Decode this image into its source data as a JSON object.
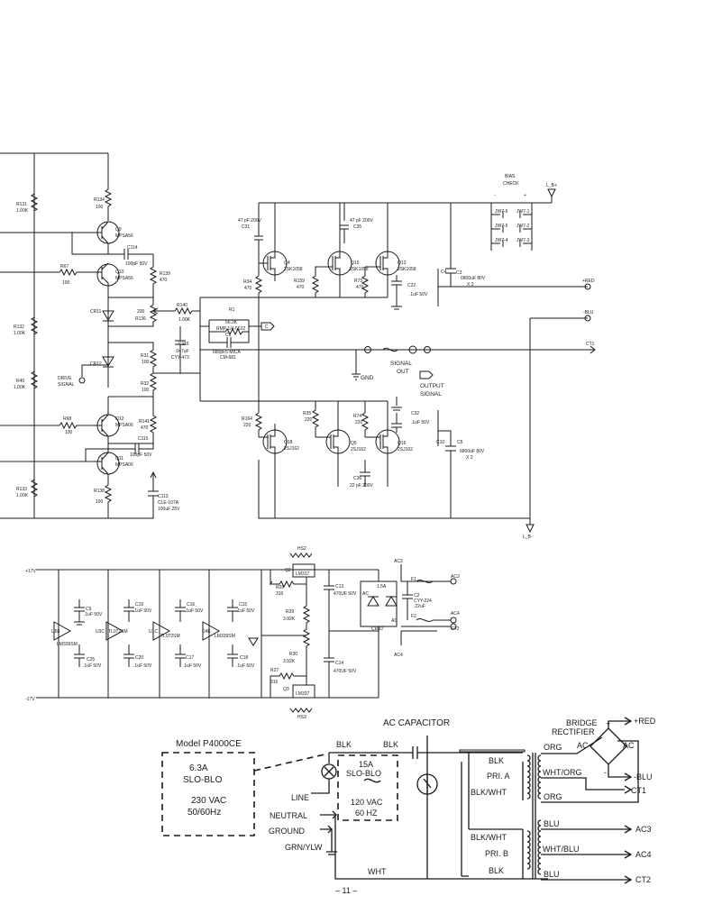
{
  "amp": {
    "q9": {
      "name": "Q9",
      "type": "MPSA56"
    },
    "q10": {
      "name": "Q10",
      "type": "MPSA56"
    },
    "q12": {
      "name": "Q12",
      "type": "MPSA06"
    },
    "q11": {
      "name": "Q11",
      "type": "MPSA06"
    },
    "q4": {
      "name": "Q4",
      "type": "2SK1058"
    },
    "q15": {
      "name": "Q15",
      "type": "2SK1058"
    },
    "q13": {
      "name": "Q13",
      "type": "2SK1058"
    },
    "q18": {
      "name": "Q18",
      "type": "2SJ162"
    },
    "q5": {
      "name": "Q5",
      "type": "2SJ162"
    },
    "q16": {
      "name": "Q16",
      "type": "2SJ162"
    },
    "r131": {
      "name": "R131",
      "value": "1.00K"
    },
    "r132": {
      "name": "R132",
      "value": "1.00K"
    },
    "r40": {
      "name": "R40",
      "value": "1.00K"
    },
    "r133": {
      "name": "R133",
      "value": "1.00K"
    },
    "r134": {
      "name": "R134",
      "value": "100"
    },
    "r67": {
      "name": "R67",
      "value": "100"
    },
    "r139": {
      "name": "R139",
      "value": "470"
    },
    "r136": {
      "name": "R136",
      "value": "200"
    },
    "r140": {
      "name": "R140",
      "value": "1.00K"
    },
    "r31": {
      "name": "R31",
      "value": "100"
    },
    "r32": {
      "name": "R32",
      "value": "100"
    },
    "r68": {
      "name": "R68",
      "value": "100"
    },
    "r141": {
      "name": "R141",
      "value": "470"
    },
    "r138": {
      "name": "R138",
      "value": "100"
    },
    "r1": {
      "name": "R1",
      "value": "56.2K",
      "part": "RMP 1/4-5622"
    },
    "r34": {
      "name": "R34",
      "value": "470"
    },
    "r159": {
      "name": "R159",
      "value": "470"
    },
    "r73": {
      "name": "R73",
      "value": "470"
    },
    "r164": {
      "name": "R164",
      "value": "220"
    },
    "r35": {
      "name": "R35",
      "value": "220"
    },
    "r74": {
      "name": "R74",
      "value": "220"
    },
    "c31": {
      "name": "C31",
      "value": "47 pF 200V"
    },
    "c35": {
      "name": "C35",
      "value": "47 pF 200V"
    },
    "c114": {
      "name": "C114",
      "value": "100pF 50V"
    },
    "c115": {
      "name": "C115",
      "value": "100pF 50V"
    },
    "c116": {
      "name": "C116",
      "value": ".047uF",
      "part": "CYY-473"
    },
    "c1": {
      "name": "C1",
      "value": "680pF5 MICA",
      "part": "CM-681"
    },
    "c22": {
      "name": "C22",
      "value": ".1uF 50V"
    },
    "c32": {
      "name": "C32",
      "value": ".1uF 50V"
    },
    "c36": {
      "name": "C36",
      "value": "22 pF 200V"
    },
    "c4": {
      "name": "C4"
    },
    "c3": {
      "name": "C3",
      "value": "6800uF 80V",
      "qty": "X 2"
    },
    "c10": {
      "name": "C10"
    },
    "c5": {
      "name": "C5",
      "value": "6800uF 80V",
      "qty": "X 2"
    },
    "c113": {
      "name": "C113",
      "value": "100uF 25V",
      "part": "CLE-107A"
    },
    "cr11": "CR11",
    "cr12": "CR12",
    "drive_signal": [
      "DRIVE",
      "SIGNAL"
    ],
    "bias_check": [
      "BIAS",
      "CHECK"
    ],
    "jumpers": [
      "JW7-6",
      "JW7-5",
      "JW7-4",
      "JW7-1",
      "JW7-2",
      "JW7-3"
    ],
    "plus_minus": [
      "-",
      "+"
    ],
    "l_b_plus": "L_B+",
    "l_b_minus": "L_B-",
    "plus_red": "+RED",
    "minus_blu": "-BLU",
    "ct1": "CT1",
    "signal_out": [
      "SIGNAL",
      "OUT"
    ],
    "output_signal": [
      "OUTPUT",
      "SIGNAL"
    ],
    "gnd": "GND"
  },
  "psu": {
    "rail_pos": "+17V",
    "rail_neg": "-17V",
    "u5e": "U5E",
    "u5e_part": "LM339SM",
    "u3c": "U3C",
    "u3c_part": "TL072SM",
    "u1c": "U1C",
    "u1c_part": "TL072SM",
    "u4e": "U4E",
    "u4e_part": "LM339SM",
    "c9": "C9",
    "c25": "C25",
    "c19": "C19",
    "c20": "C20",
    "c16": "C16",
    "c17": "C17",
    "c15": "C15",
    "c18": "C18",
    "cap_val": ".1uF 50V",
    "hs2": "HS2",
    "hs3": "HS3",
    "q2": "Q2",
    "q2_part": "LM317",
    "q3": "Q3",
    "q3_part": "LM337",
    "r28": "R28",
    "r28_val": "316",
    "r29": "R29",
    "r29_val": "3.92K",
    "r30": "R30",
    "r30_val": "3.92K",
    "r27": "R27",
    "r27_val": "316",
    "c13": "C13",
    "c13_val": "470UF 50V",
    "c14": "C14",
    "c14_val": "470UF 50V",
    "cr10": "CR10",
    "bridge_rating": "1.5A",
    "ac": "AC",
    "ac3": "AC3",
    "ac4": "AC4",
    "ct2": "CT2",
    "f1": "F1",
    "f2": "F2",
    "c2": "C2",
    "c2_part": "CYY-224",
    "c2_val": ".22uF"
  },
  "mains": {
    "model": "Model P4000CE",
    "fuse_ce": [
      "6.3A",
      "SLO-BLO"
    ],
    "voltage_ce": [
      "230 VAC",
      "50/60Hz"
    ],
    "fuse": [
      "15A",
      "SLO-BLO"
    ],
    "voltage": [
      "120 VAC",
      "60 HZ"
    ],
    "ac_capacitor": "AC CAPACITOR",
    "blk": "BLK",
    "wht": "WHT",
    "line": "LINE",
    "neutral": "NEUTRAL",
    "ground": "GROUND",
    "grn_ylw": "GRN/YLW",
    "pri_a": "PRI. A",
    "pri_b": "PRI. B",
    "blk_wht": "BLK/WHT",
    "org": "ORG",
    "wht_org": "WHT/ORG",
    "blu": "BLU",
    "wht_blu": "WHT/BLU",
    "bridge_rectifier": [
      "BRIDGE",
      "RECTIFIER"
    ],
    "plus_red": "+RED",
    "minus_blu": "-BLU",
    "ct1": "CT1",
    "ac3": "AC3",
    "ac4": "AC4",
    "ct2": "CT2",
    "ac": "AC",
    "plus": "+",
    "minus": "-"
  },
  "page_number": "– 11 –"
}
